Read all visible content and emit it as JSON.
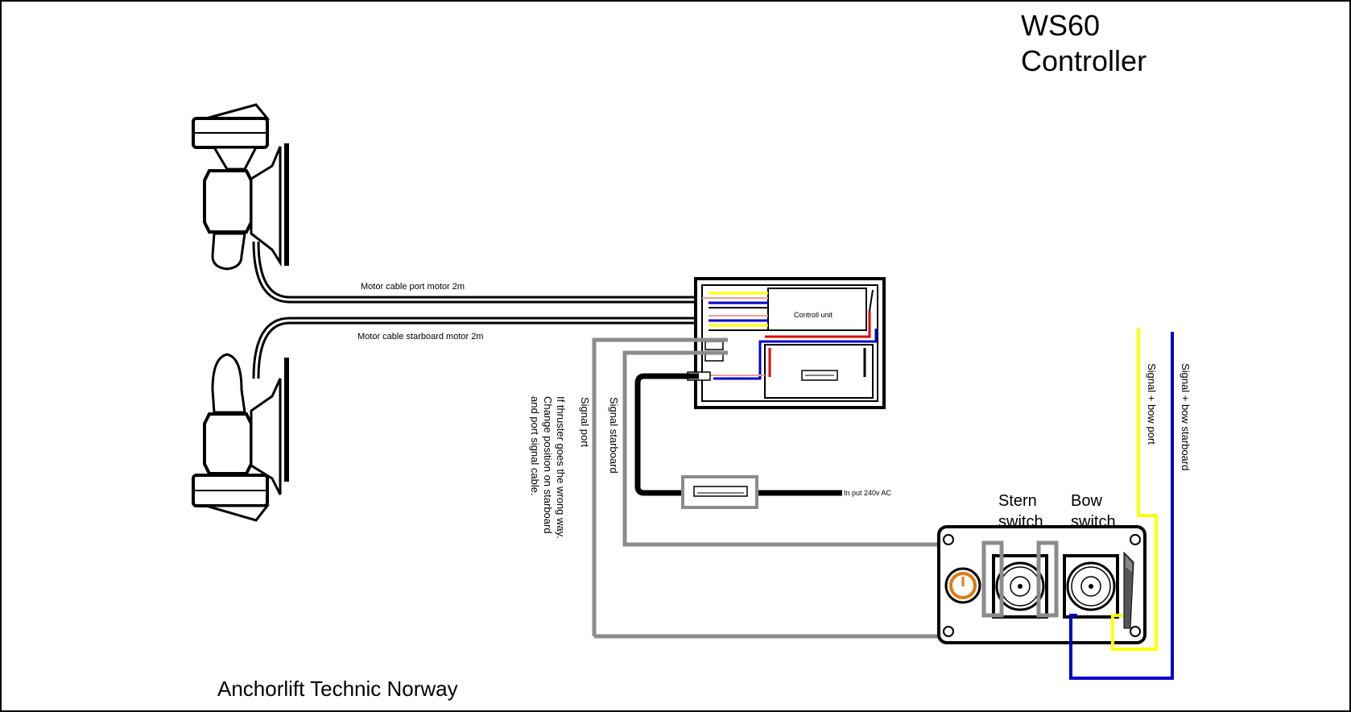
{
  "title": {
    "line1": "WS60",
    "line2": "Controller"
  },
  "footer": "Anchorlift Technic Norway",
  "labels": {
    "motor_port": "Motor cable port motor 2m",
    "motor_starboard": "Motor cable starboard motor 2m",
    "control_unit": "Controll unit",
    "input_power": "In put 240v AC",
    "signal_port": "Signal port",
    "signal_starboard": "Signal starboard",
    "note_line1": "If thruster goes the wrong way.",
    "note_line2": "Change position on starboard",
    "note_line3": "and port signal cable.",
    "signal_bow_port": "Signal + bow port",
    "signal_bow_starboard": "Signal + bow starboard",
    "stern_line1": "Stern",
    "stern_line2": "switch",
    "bow_line1": "Bow",
    "bow_line2": "switch"
  },
  "colors": {
    "background": "#ffffff",
    "frame": "#000000",
    "signal_cable": "#8c8c8c",
    "bow_port_wire": "#ffff00",
    "bow_starboard_wire": "#0000cc",
    "red_wire": "#e00000",
    "pink_wire": "#e8a0a0",
    "power_knob": "#e07a10"
  }
}
